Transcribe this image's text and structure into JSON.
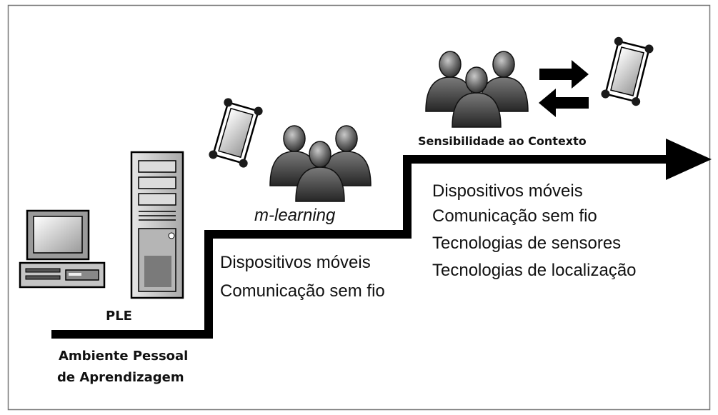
{
  "stages": [
    {
      "label": "PLE",
      "subtitle_lines": [
        "Ambiente Pessoal",
        "de Aprendizagem"
      ],
      "features": []
    },
    {
      "label": "m-learning",
      "features": [
        "Dispositivos móveis",
        "Comunicação sem fio"
      ]
    },
    {
      "label": "Sensibilidade ao Contexto",
      "features": [
        "Dispositivos móveis",
        "Comunicação sem fio",
        "Tecnologias de sensores",
        "Tecnologias de localização"
      ]
    }
  ],
  "icons": [
    "desktop-computer-icon",
    "pc-tower-icon",
    "mobile-device-icon",
    "user-group-icon",
    "exchange-arrows-icon"
  ],
  "colors": {
    "stroke": "#000000",
    "border": "#777777",
    "icon_dark": "#3a3a3a",
    "icon_light": "#c8c8c8"
  }
}
